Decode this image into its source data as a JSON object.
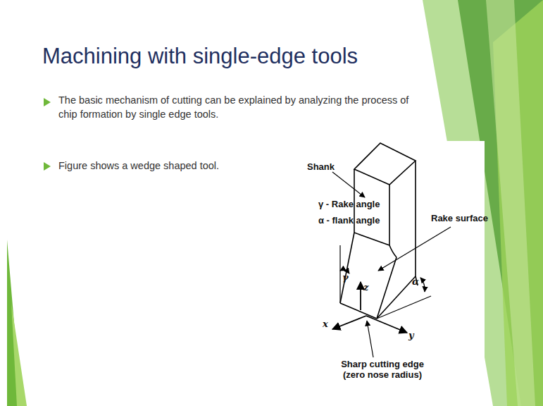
{
  "diagram": {
    "title": "Machining with single-edge tools",
    "labels": [
      "The basic mechanism of cutting can be explained by analyzing the process of chip formation by single edge tools.",
      "Figure shows a wedge shaped tool.",
      "Shank",
      "γ - Rake angle",
      "α - flank angle",
      "Rake surface",
      "γ",
      "α",
      "z",
      "x",
      "y",
      "Sharp cutting edge (zero nose radius)"
    ]
  }
}
